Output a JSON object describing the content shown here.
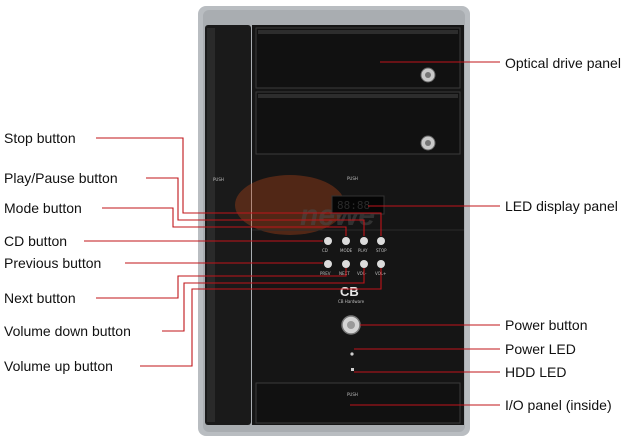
{
  "labels": {
    "optical_drive_panel": "Optical drive panel",
    "stop_button": "Stop button",
    "play_pause_button": "Play/Pause button",
    "led_display_panel": "LED display panel",
    "mode_button": "Mode button",
    "cd_button": "CD button",
    "previous_button": "Previous button",
    "next_button": "Next button",
    "power_button": "Power button",
    "volume_down_button": "Volume down button",
    "power_led": "Power LED",
    "volume_up_button": "Volume up button",
    "hdd_led": "HDD LED",
    "io_panel": "I/O panel (inside)"
  },
  "device": {
    "push_left": "PUSH",
    "push_mid": "PUSH",
    "push_bottom": "PUSH",
    "led_readout": "88:88",
    "btn_mode": "MODE",
    "btn_play": "PLAY",
    "btn_stop": "STOP",
    "btn_cd": "CD",
    "btn_prev": "PREV",
    "btn_next": "NEXT",
    "btn_vol_down": "VOL-",
    "btn_vol_up": "VOL+",
    "brand": "CB",
    "brand_sub": "CB Hardware"
  },
  "colors": {
    "callout_line": "#c0141a",
    "chassis_silver": "#b8bcc0",
    "panel_black": "#141414",
    "bezel_dark": "#1f1f1f"
  }
}
